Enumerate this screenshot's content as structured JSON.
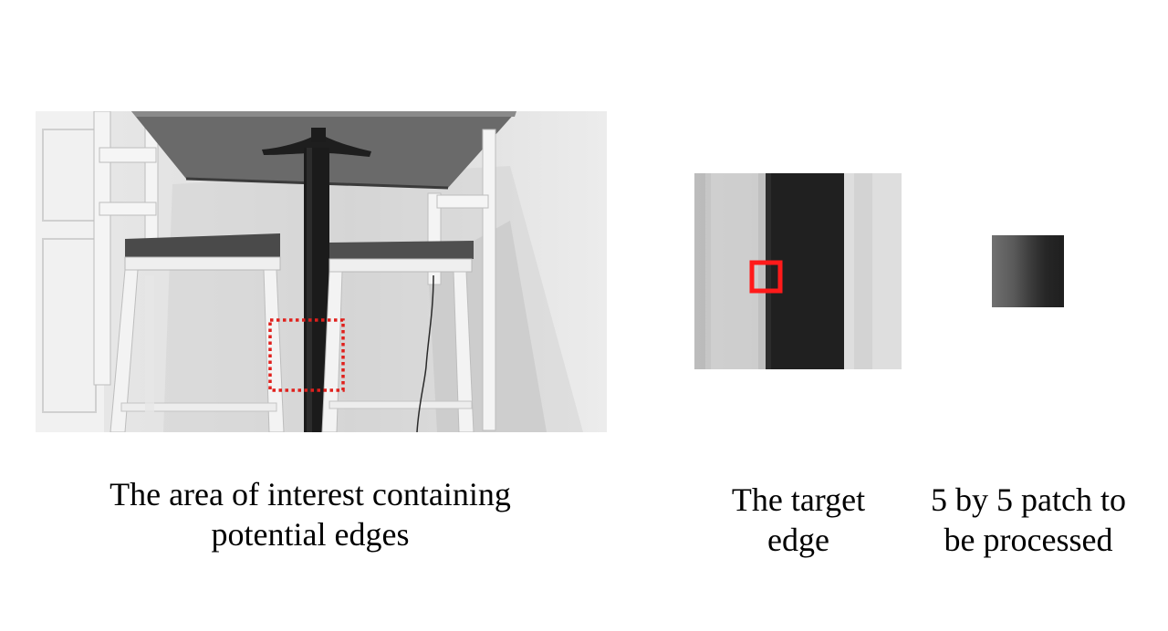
{
  "figure": {
    "panels": [
      {
        "id": "area-of-interest",
        "image": "grayscale photo of table base and bar stools",
        "highlight": {
          "style": "dotted",
          "color": "#e0201c"
        }
      },
      {
        "id": "target-edge",
        "image": "zoomed view of dark table leg edge",
        "highlight": {
          "style": "solid",
          "color": "#ff1a1a"
        }
      },
      {
        "id": "patch",
        "image": "5 by 5 grayscale gradient patch"
      }
    ],
    "captions": {
      "area": {
        "line1": "The area of interest containing",
        "line2": "potential edges"
      },
      "target": {
        "line1": "The target",
        "line2": "edge"
      },
      "patch": {
        "line1": "5 by 5 patch to",
        "line2": "be processed"
      }
    }
  }
}
